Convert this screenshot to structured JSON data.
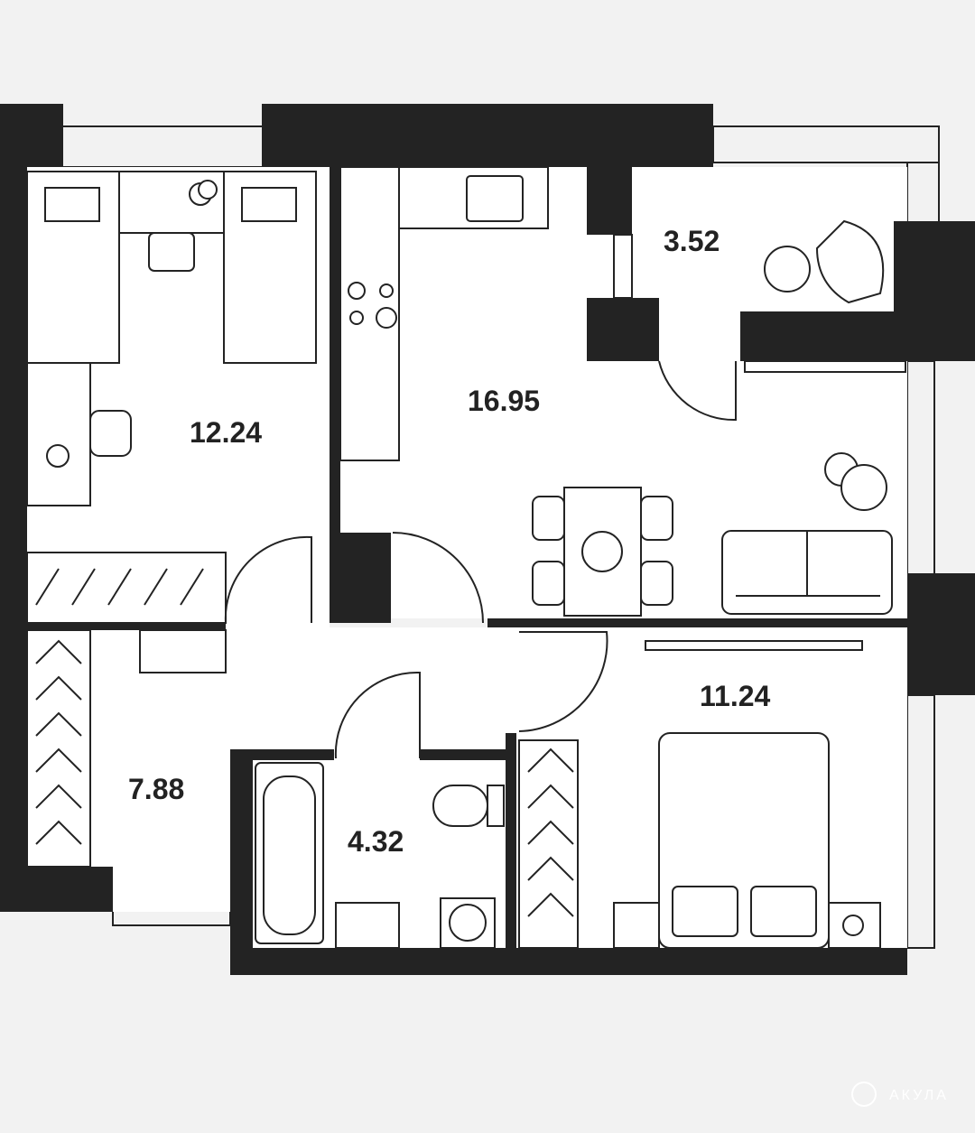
{
  "rooms": [
    {
      "name": "bedroom-children",
      "area": "12.24"
    },
    {
      "name": "kitchen-living",
      "area": "16.95"
    },
    {
      "name": "balcony",
      "area": "3.52"
    },
    {
      "name": "hallway",
      "area": "7.88"
    },
    {
      "name": "bathroom",
      "area": "4.32"
    },
    {
      "name": "bedroom",
      "area": "11.24"
    }
  ],
  "watermark": "АКУЛА",
  "colors": {
    "wall": "#232323",
    "background": "#f2f2f2",
    "room": "#ffffff"
  }
}
